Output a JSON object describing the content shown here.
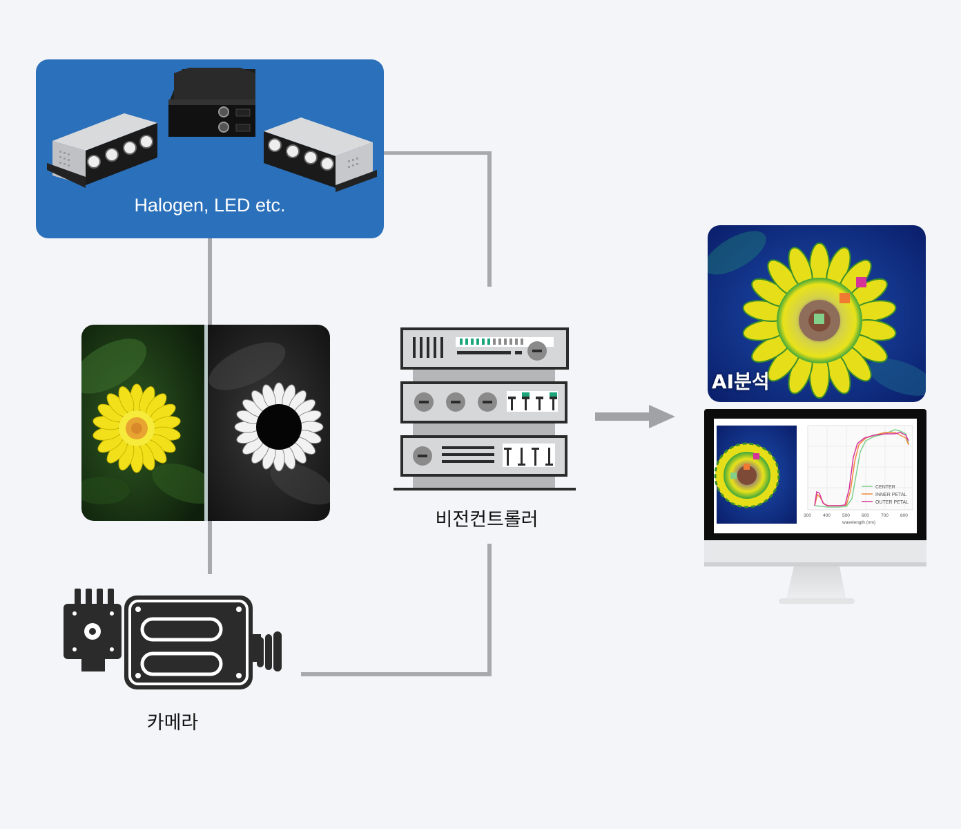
{
  "lighting": {
    "label": "Halogen, LED etc."
  },
  "controller": {
    "label": "비전컨트롤러"
  },
  "camera": {
    "label": "카메라"
  },
  "analysis": {
    "label": "AI분석"
  },
  "spectrum_chart": {
    "x_ticks": [
      "300",
      "400",
      "500",
      "600",
      "700",
      "800"
    ],
    "x_label": "wavelength (nm)",
    "legend": [
      {
        "name": "CENTER",
        "color": "#7ccf8c"
      },
      {
        "name": "INNER PETAL",
        "color": "#f08a3c"
      },
      {
        "name": "OUTER PETAL",
        "color": "#d6339a"
      }
    ]
  },
  "colors": {
    "panel_blue": "#2b70ba",
    "connector": "#a7a9ad",
    "arrow": "#a0a2a6",
    "icon_dark": "#2b2b2b",
    "led_green": "#1aa67a"
  }
}
